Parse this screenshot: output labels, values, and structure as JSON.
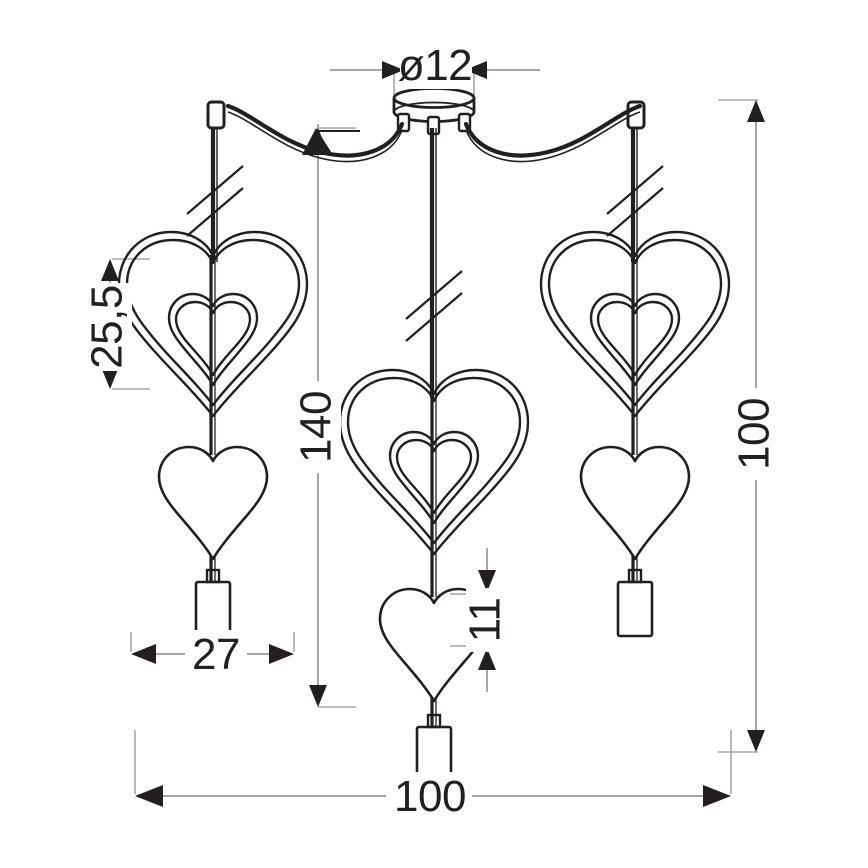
{
  "drawing": {
    "kind": "technical-dimension-drawing",
    "subject": "3-light heart pendant chandelier",
    "units": "cm",
    "line_color": "#231f20",
    "dimension_line_color": "#a6a6a6",
    "arrow_color": "#231f20",
    "background": "#ffffff"
  },
  "dimensions": {
    "canopy_diameter": {
      "label": "ø12",
      "name": "ceiling-canopy-diameter",
      "orientation": "horizontal",
      "value": 12,
      "prefix": "ø"
    },
    "heart_height": {
      "label": "25,5",
      "name": "large-heart-height",
      "orientation": "vertical",
      "value": 25.5
    },
    "drop_height": {
      "label": "140",
      "name": "center-pendant-drop",
      "orientation": "vertical",
      "value": 140
    },
    "small_heart_height": {
      "label": "11",
      "name": "small-heart-height",
      "orientation": "vertical",
      "value": 11
    },
    "overall_height": {
      "label": "100",
      "name": "overall-height",
      "orientation": "vertical",
      "value": 100
    },
    "heart_width": {
      "label": "27",
      "name": "large-heart-width",
      "orientation": "horizontal",
      "value": 27
    },
    "overall_width": {
      "label": "100",
      "name": "overall-width",
      "orientation": "horizontal",
      "value": 100
    }
  },
  "parts": {
    "canopy": "ceiling-canopy",
    "cable_hook_left": "cable-hook-left",
    "cable_hook_right": "cable-hook-right",
    "cable": "suspension-cable",
    "break_symbol": "cable-break-symbol",
    "large_heart": "large-double-wire-heart",
    "inner_heart": "inner-wire-heart",
    "small_heart": "small-wire-heart",
    "socket": "lamp-socket"
  }
}
